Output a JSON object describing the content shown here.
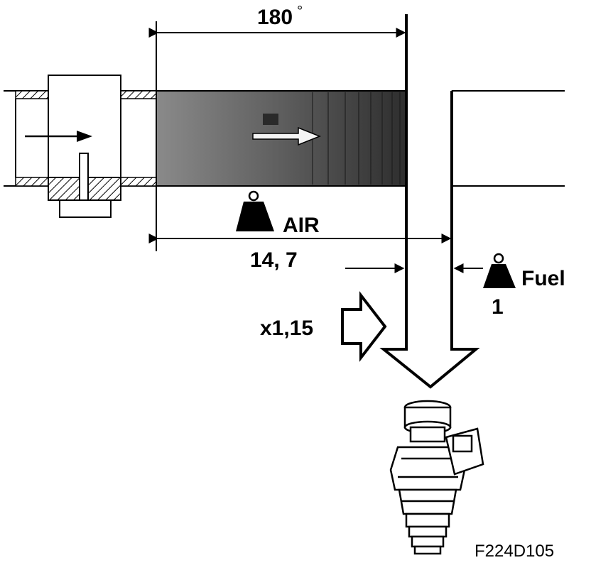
{
  "labels": {
    "angle": "180",
    "angle_unit": "°",
    "cylinder_number": "1",
    "air": "AIR",
    "air_ratio": "14, 7",
    "fuel": "Fuel",
    "fuel_ratio": "1",
    "multiplier": "x1,15",
    "figure_code": "F224D105"
  },
  "icons": {
    "air_weight": "weight-icon",
    "fuel_weight": "weight-icon",
    "injector": "fuel-injector-icon",
    "flow_arrow": "arrow-right-icon"
  },
  "colors": {
    "ink": "#000000",
    "air_column": "#4a4a4a",
    "paper": "#ffffff"
  }
}
